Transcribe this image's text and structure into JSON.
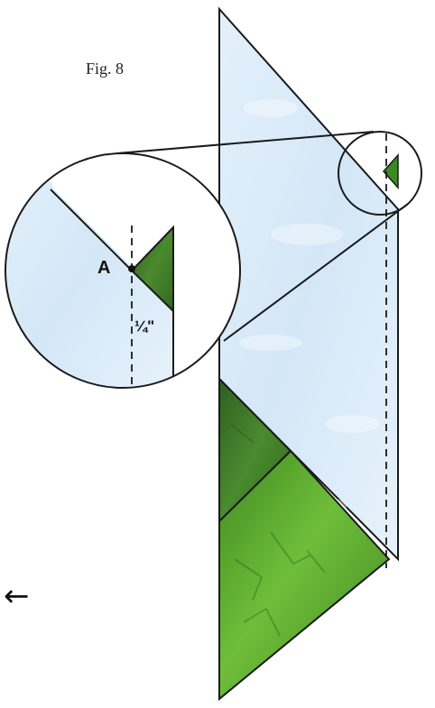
{
  "figure": {
    "title": "Fig. 8",
    "point_label": "A",
    "seam_label": "¼\"",
    "back_icon": "left-arrow-icon",
    "back_glyph": "←"
  },
  "colors": {
    "fabric_light": "#dcecf8",
    "fabric_dark_green": "#3f7a2c",
    "fabric_green": "#4f9a2a",
    "outline": "#1a1a1a"
  }
}
